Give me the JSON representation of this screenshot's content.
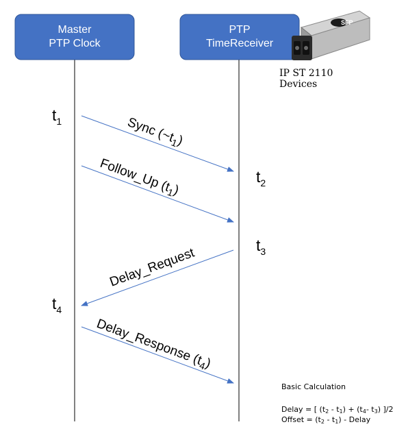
{
  "master_box": {
    "line1": "Master",
    "line2": "PTP Clock"
  },
  "receiver_box": {
    "line1": "PTP",
    "line2": "TimeReceiver"
  },
  "device_caption": {
    "line1": "IP ST 2110",
    "line2": "Devices"
  },
  "sfp_label": "SFP",
  "timestamps": {
    "t1": {
      "base": "t",
      "sub": "1"
    },
    "t2": {
      "base": "t",
      "sub": "2"
    },
    "t3": {
      "base": "t",
      "sub": "3"
    },
    "t4": {
      "base": "t",
      "sub": "4"
    }
  },
  "messages": {
    "sync": {
      "text": "Sync (~t",
      "sub": "1",
      "close": ")"
    },
    "follow_up": {
      "text": "Follow_Up (t",
      "sub": "1",
      "close": ")"
    },
    "delay_request": {
      "text": "Delay_Request"
    },
    "delay_response": {
      "text": "Delay_Response (t",
      "sub": "4",
      "close": ")"
    }
  },
  "calculation": {
    "title": "Basic Calculation",
    "delay_prefix": "Delay = [ (t",
    "delay_sub_a": "2",
    "delay_mid_a": " - t",
    "delay_sub_b": "1",
    "delay_mid_b": ") + (t",
    "delay_sub_c": "4",
    "delay_mid_c": "- t",
    "delay_sub_d": "3",
    "delay_suffix": ") ]/2",
    "offset_prefix": "Offset =   (t",
    "offset_sub_a": "2",
    "offset_mid": " - t",
    "offset_sub_b": "1",
    "offset_suffix": ") - Delay"
  },
  "colors": {
    "box_fill": "#4472c4",
    "arrow": "#4472c4"
  }
}
